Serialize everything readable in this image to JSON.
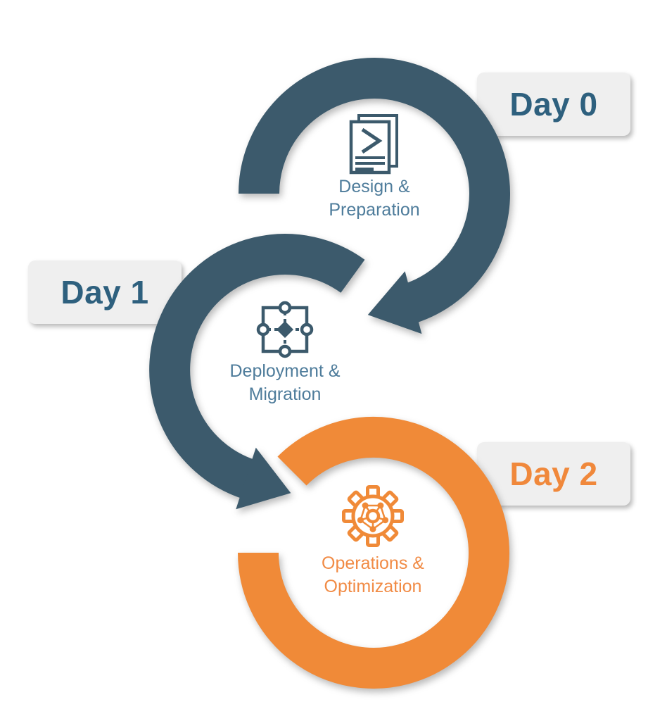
{
  "diagram": {
    "type": "lifecycle-flow",
    "background_color": "#ffffff",
    "badge_bg_color": "#efefef",
    "stages": [
      {
        "day_label": "Day 0",
        "title_line1": "Design &",
        "title_line2": "Preparation",
        "icon": "document-script-icon",
        "ring_color": "#3c5a6c",
        "day_text_color": "#2e607e",
        "title_color": "#4e7c9b",
        "arrow": "points-to-day-1"
      },
      {
        "day_label": "Day 1",
        "title_line1": "Deployment &",
        "title_line2": "Migration",
        "icon": "deployment-nodes-icon",
        "ring_color": "#3c5a6c",
        "day_text_color": "#2e607e",
        "title_color": "#4e7c9b",
        "arrow": "points-to-day-2"
      },
      {
        "day_label": "Day 2",
        "title_line1": "Operations &",
        "title_line2": "Optimization",
        "icon": "gear-network-icon",
        "ring_color": "#f08a38",
        "day_text_color": "#f0883b",
        "title_color": "#f18b45",
        "arrow": "none"
      }
    ]
  }
}
